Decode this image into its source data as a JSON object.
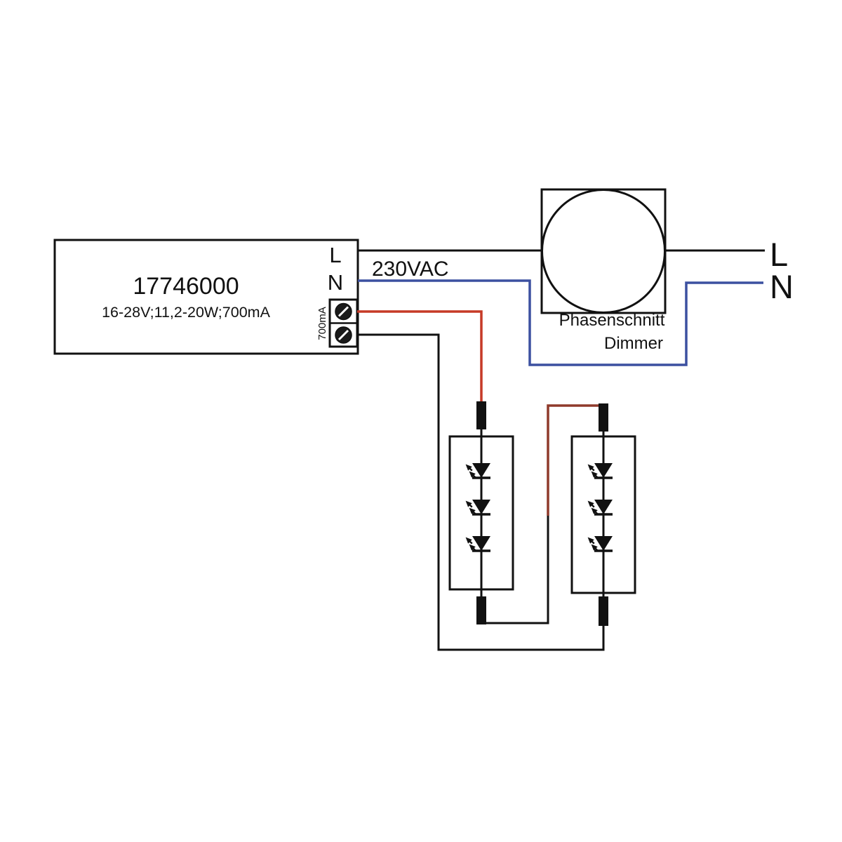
{
  "driver": {
    "part_number": "17746000",
    "specs": "16-28V;11,2-20W;700mA",
    "terminal_l": "L",
    "terminal_n": "N",
    "output_current": "700mA"
  },
  "mains": {
    "voltage_label": "230VAC",
    "line_label": "L",
    "neutral_label": "N"
  },
  "dimmer": {
    "name_line1": "Phasenschnitt",
    "name_line2": "Dimmer"
  },
  "colors": {
    "black": "#111111",
    "red": "#c63a27",
    "brown": "#8f3a2b",
    "blue": "#3c50a0"
  }
}
